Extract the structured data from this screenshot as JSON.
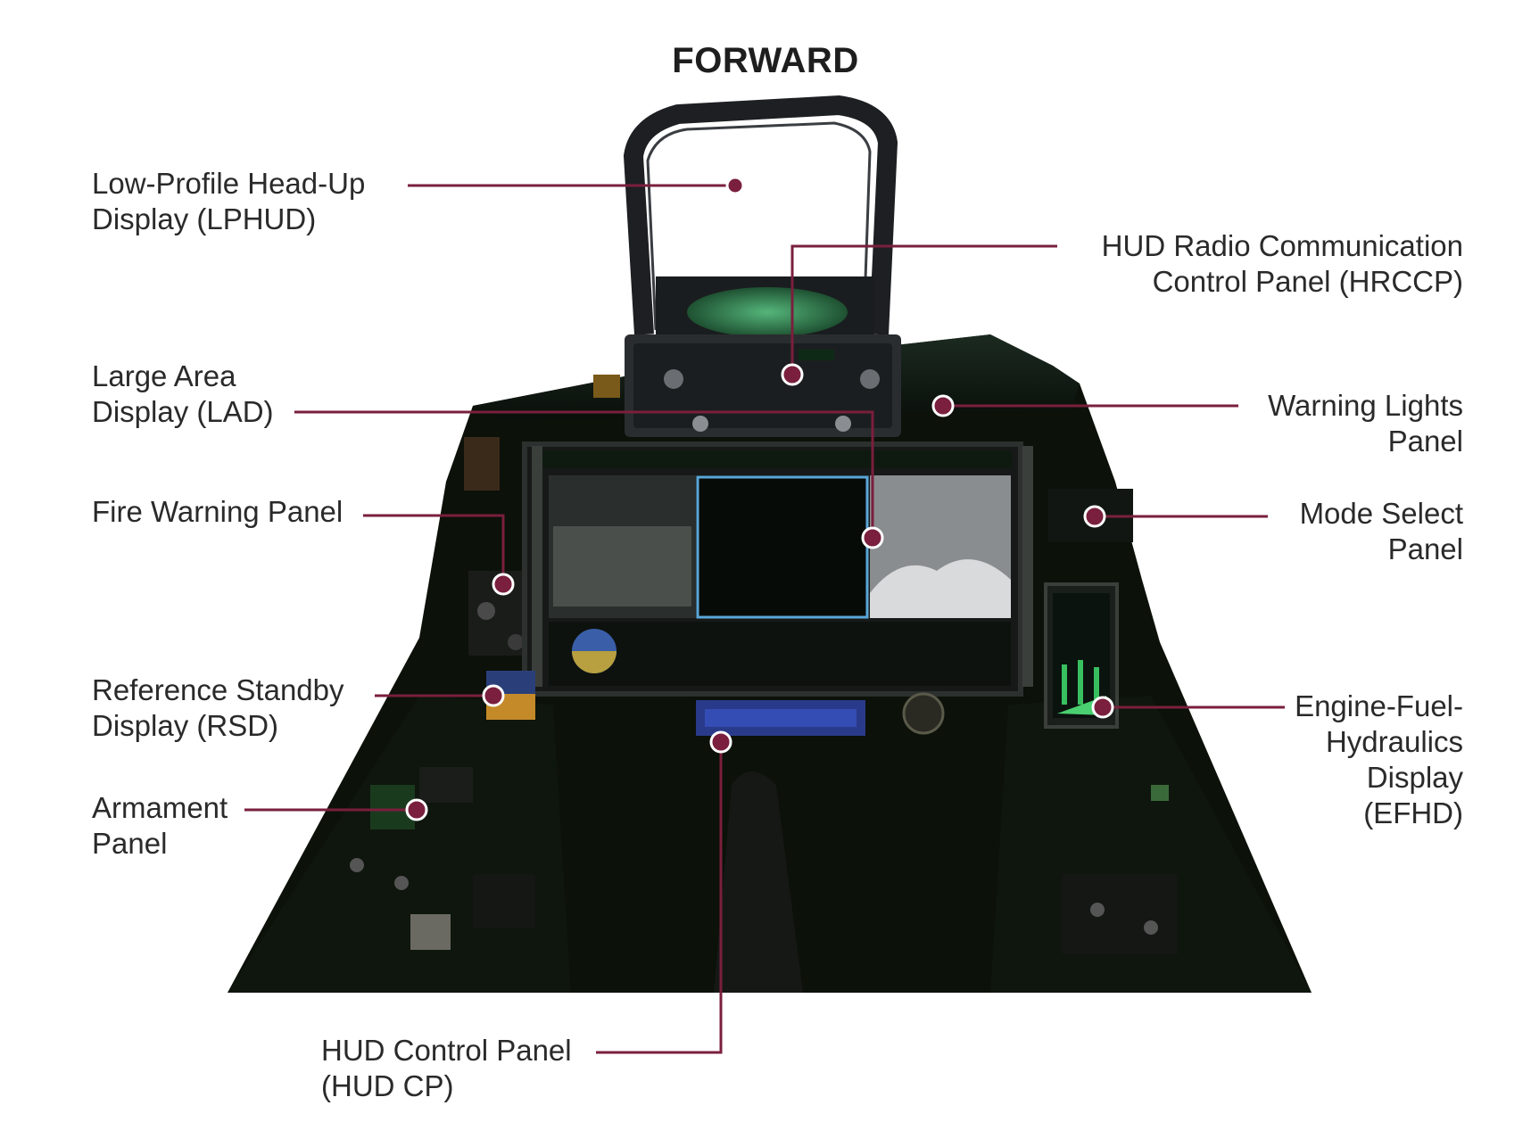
{
  "title": "FORWARD",
  "colors": {
    "leader_line": "#7a1f3d",
    "label_text": "#2a2a2a",
    "cockpit_dark": "#0c1109",
    "display_glow": "#1a5a2a"
  },
  "labels": [
    {
      "id": "lphud",
      "lines": [
        "Low-Profile Head-Up",
        "Display (LPHUD)"
      ]
    },
    {
      "id": "hrccp",
      "lines": [
        "HUD Radio Communication",
        "Control Panel (HRCCP)"
      ]
    },
    {
      "id": "lad",
      "lines": [
        "Large Area",
        "Display (LAD)"
      ]
    },
    {
      "id": "warning",
      "lines": [
        "Warning Lights",
        "Panel"
      ]
    },
    {
      "id": "fire",
      "lines": [
        "Fire Warning Panel"
      ]
    },
    {
      "id": "mode",
      "lines": [
        "Mode Select",
        "Panel"
      ]
    },
    {
      "id": "rsd",
      "lines": [
        "Reference Standby",
        "Display (RSD)"
      ]
    },
    {
      "id": "efhd",
      "lines": [
        "Engine-Fuel-",
        "Hydraulics",
        "Display",
        "(EFHD)"
      ]
    },
    {
      "id": "arm",
      "lines": [
        "Armament",
        "Panel"
      ]
    },
    {
      "id": "hudcp",
      "lines": [
        "HUD Control Panel",
        "(HUD CP)"
      ]
    }
  ]
}
